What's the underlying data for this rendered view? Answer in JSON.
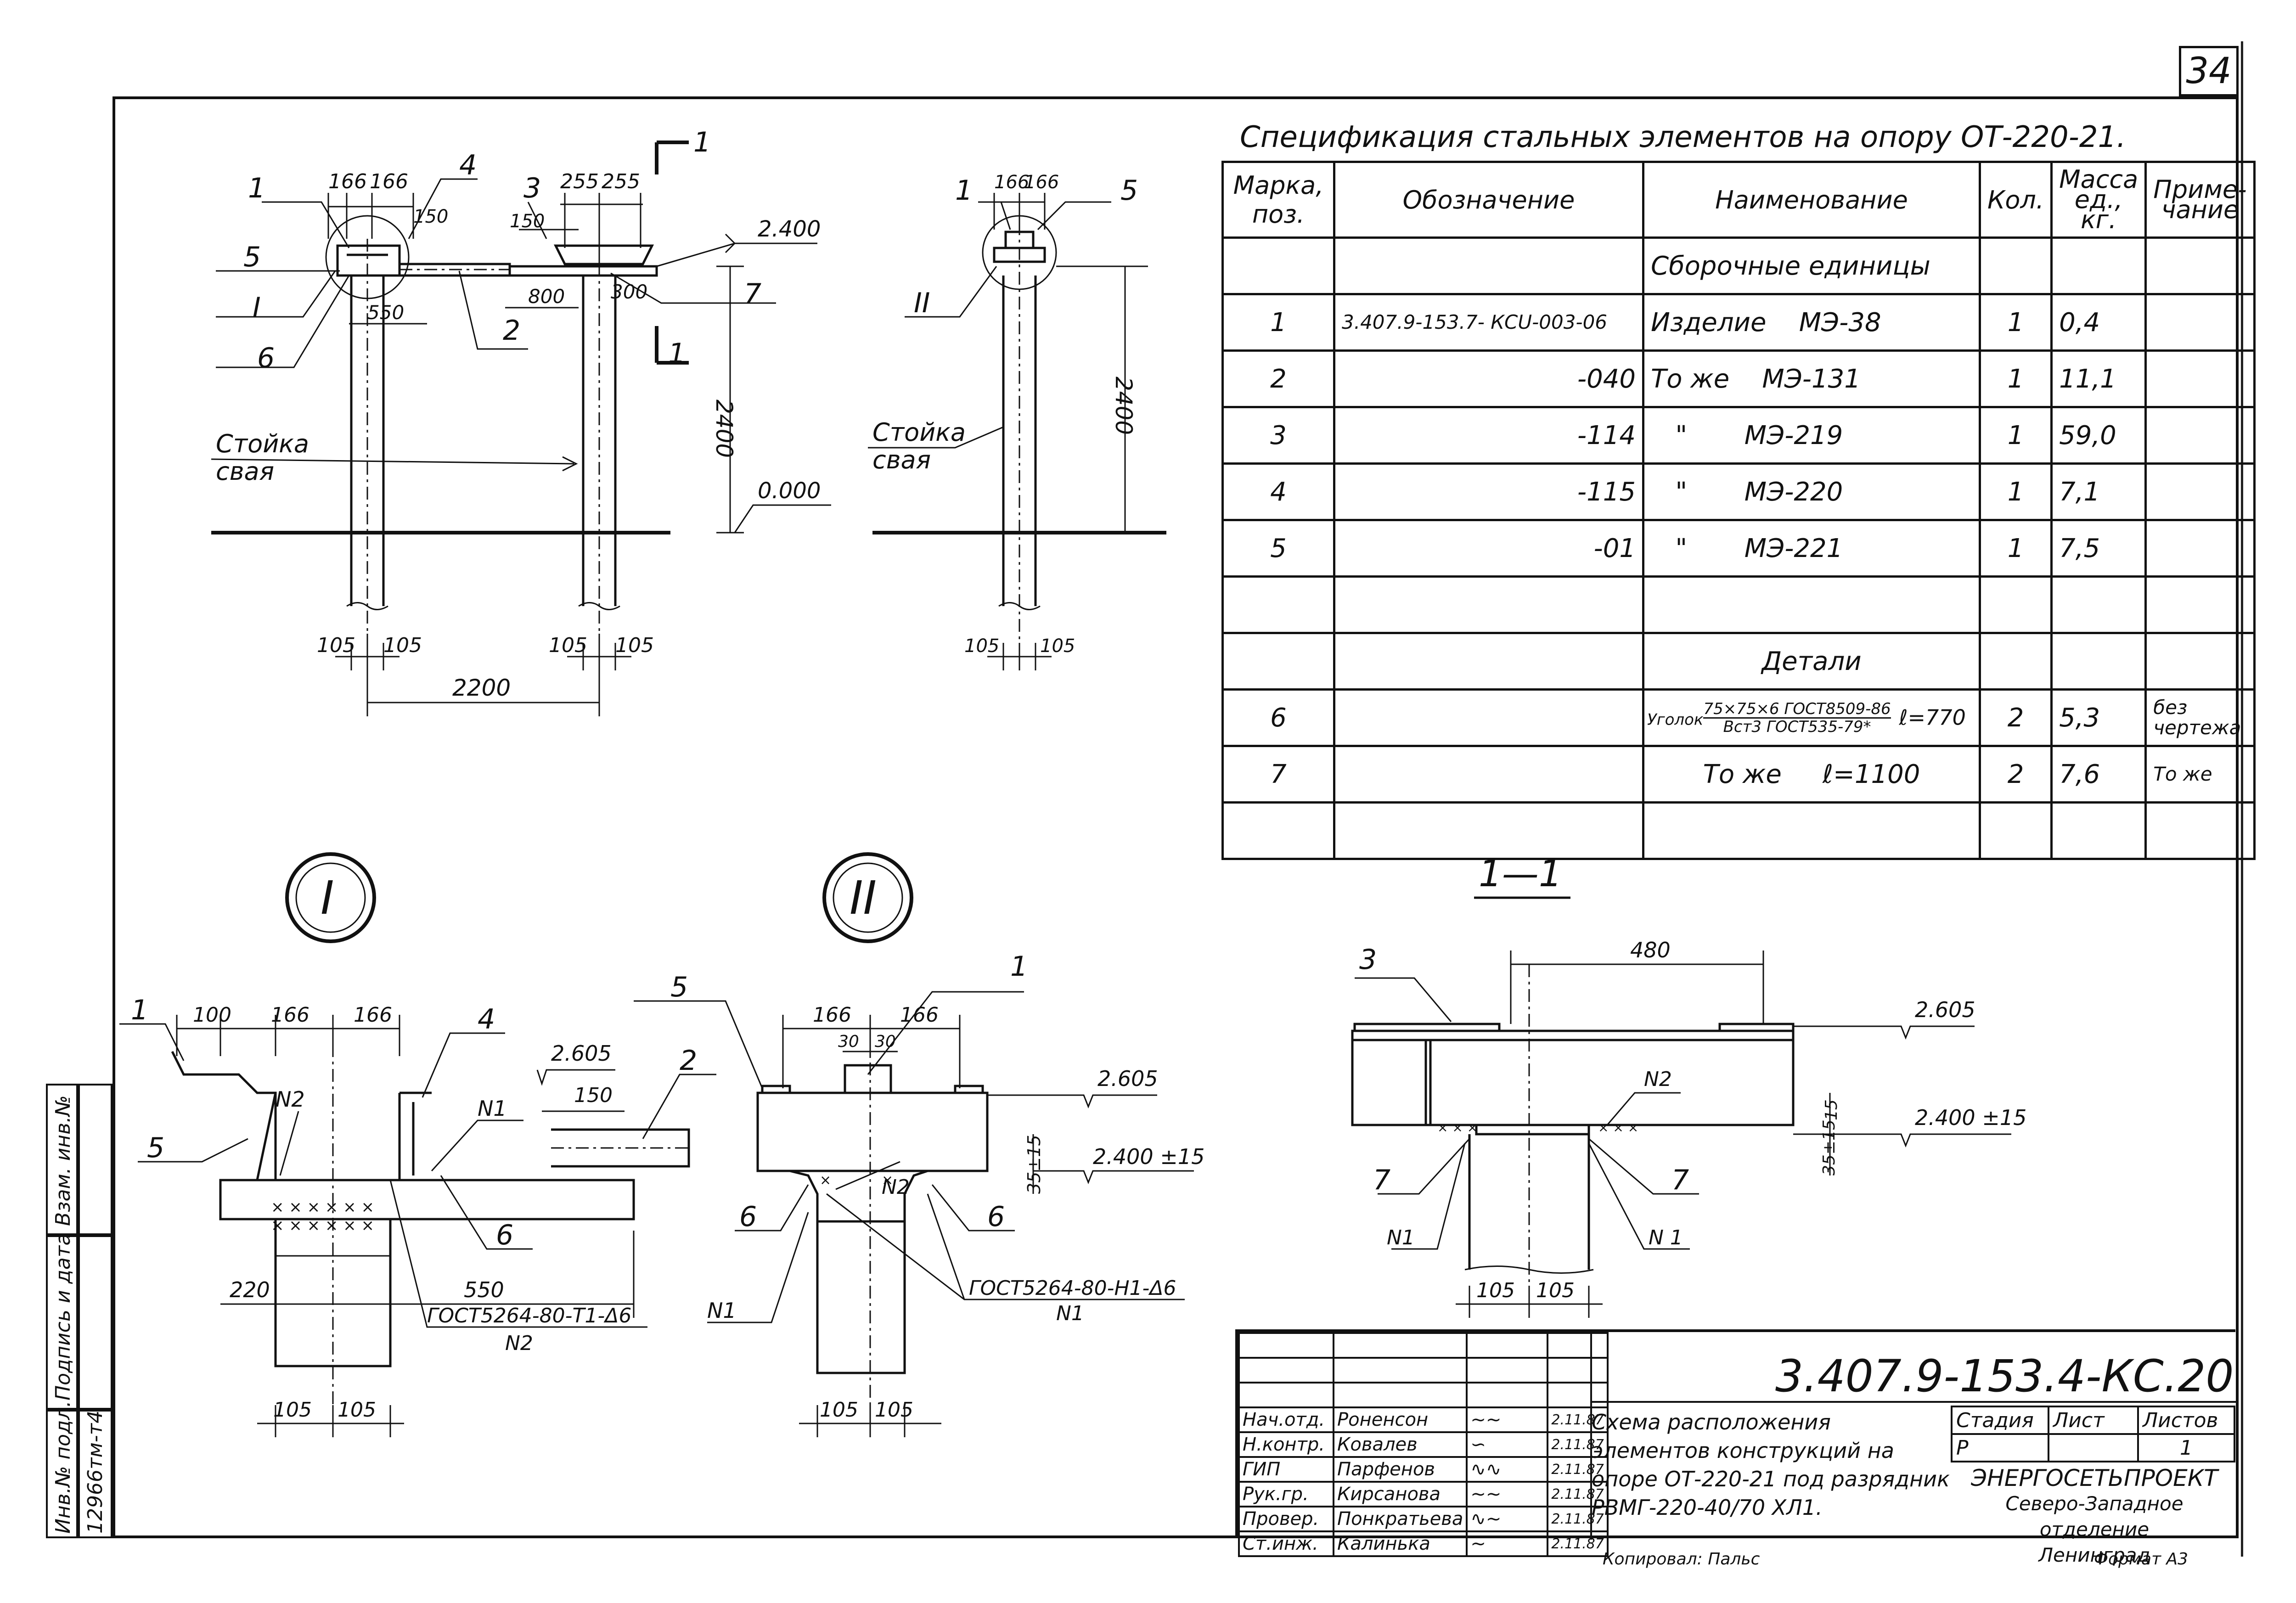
{
  "sheet_number": "34",
  "spec": {
    "title": "Спецификация стальных элементов на опору ОТ-220-21.",
    "headers": {
      "mark": "Марка, поз.",
      "designation": "Обозначение",
      "name": "Наименование",
      "qty": "Кол.",
      "mass": "Масса ед., кг.",
      "note": "Приме- чание"
    },
    "section_assemblies": "Сборочные единицы",
    "section_details": "Детали",
    "rows": [
      {
        "mark": "1",
        "designation": "3.407.9-153.7- КСU-003-06",
        "name_a": "Изделие",
        "name_b": "МЭ-38",
        "qty": "1",
        "mass": "0,4",
        "note": ""
      },
      {
        "mark": "2",
        "designation": "-040",
        "name_a": "То же",
        "name_b": "МЭ-131",
        "qty": "1",
        "mass": "11,1",
        "note": ""
      },
      {
        "mark": "3",
        "designation": "-114",
        "name_a": "\"",
        "name_b": "МЭ-219",
        "qty": "1",
        "mass": "59,0",
        "note": ""
      },
      {
        "mark": "4",
        "designation": "-115",
        "name_a": "\"",
        "name_b": "МЭ-220",
        "qty": "1",
        "mass": "7,1",
        "note": ""
      },
      {
        "mark": "5",
        "designation": "-01",
        "name_a": "\"",
        "name_b": "МЭ-221",
        "qty": "1",
        "mass": "7,5",
        "note": ""
      }
    ],
    "detail_rows": [
      {
        "mark": "6",
        "name_prefix": "Уголок",
        "name_top": "75×75×6 ГОСТ8509-86",
        "name_bottom": "Вст3 ГОСТ535-79*",
        "name_suffix": "ℓ=770",
        "qty": "2",
        "mass": "5,3",
        "note": "без чертежа"
      },
      {
        "mark": "7",
        "name_prefix": "То же",
        "name_suffix": "ℓ=1100",
        "qty": "2",
        "mass": "7,6",
        "note": "То же"
      }
    ]
  },
  "elevation": {
    "pos_labels": [
      "1",
      "5",
      "I",
      "6",
      "4",
      "3",
      "2",
      "7",
      "1",
      "1"
    ],
    "dims_top_left": [
      "166",
      "166"
    ],
    "dim_150": "150",
    "dim_150b": "150",
    "dims_top_right": [
      "255",
      "255"
    ],
    "dim_550": "550",
    "dim_800": "800",
    "dim_300": "300",
    "level_2400": "2.400",
    "level_0": "0.000",
    "vert_2400": "2400",
    "pile_label_1": "Стойка",
    "pile_label_2": "свая",
    "dims_bottom_left": [
      "105",
      "105"
    ],
    "dims_bottom_right": [
      "105",
      "105"
    ],
    "dim_2200": "2200"
  },
  "side_view": {
    "labels": [
      "1",
      "5",
      "II"
    ],
    "dims_top": [
      "166",
      "166"
    ],
    "vert_2400": "2400",
    "pile_label_1": "Стойка",
    "pile_label_2": "свая",
    "dims_bottom": [
      "105",
      "105"
    ]
  },
  "detail_I": {
    "circle": "I",
    "labels": [
      "1",
      "5",
      "4",
      "2",
      "6"
    ],
    "dims_top": [
      "100",
      "166",
      "166"
    ],
    "dim_150": "150",
    "level": "2.605",
    "weld_n2": "N2",
    "weld_n1": "N1",
    "dim_220": "220",
    "dim_550": "550",
    "weld_note": "ГОСТ5264-80-Т1-Δ6",
    "weld_note_sub": "N2",
    "dims_bottom": [
      "105",
      "105"
    ]
  },
  "detail_II": {
    "circle": "II",
    "labels": [
      "5",
      "1",
      "6",
      "6"
    ],
    "dims_top": [
      "166",
      "166"
    ],
    "dims_small": [
      "30",
      "30"
    ],
    "level_top": "2.605",
    "level_mid": "2.400 ±15",
    "dim_35": "35±15",
    "weld_n2": "N2",
    "weld_n1": "N1",
    "weld_note": "ГОСТ5264-80-Н1-Δ6",
    "weld_note_sub": "N1",
    "dims_bottom": [
      "105",
      "105"
    ]
  },
  "section_1_1": {
    "title": "1—1",
    "labels": [
      "3",
      "7",
      "7"
    ],
    "dim_480": "480",
    "level_top": "2.605",
    "level_mid": "2.400 ±15",
    "dim_15": "15",
    "dim_35": "35±15",
    "weld_n2": "N2",
    "weld_n1a": "N1",
    "weld_n1b": "N 1",
    "dims_bottom": [
      "105",
      "105"
    ]
  },
  "title_block": {
    "doc_code": "3.407.9-153.4-КС.20",
    "description": "Схема расположения элементов конструкций на опоре ОТ-220-21 под разрядник РВМГ-220-40/70 ХЛ1.",
    "signers": [
      {
        "role": "Нач.отд.",
        "name": "Роненсон",
        "date": "2.11.87"
      },
      {
        "role": "Н.контр.",
        "name": "Ковалев",
        "date": "2.11.87"
      },
      {
        "role": "ГИП",
        "name": "Парфенов",
        "date": "2.11.87"
      },
      {
        "role": "Рук.гр.",
        "name": "Кирсанова",
        "date": "2.11.87"
      },
      {
        "role": "Провер.",
        "name": "Понкратьева",
        "date": "2.11.87"
      },
      {
        "role": "Ст.инж.",
        "name": "Калинька",
        "date": "2.11.87"
      }
    ],
    "stage_header": "Стадия",
    "sheet_header": "Лист",
    "sheets_header": "Листов",
    "stage": "Р",
    "sheet": "",
    "sheets": "1",
    "org_line1": "ЭНЕРГОСЕТЬПРОЕКТ",
    "org_line2": "Северо-Западное отделение",
    "org_line3": "Ленинград",
    "copied": "Копировал: Пальс",
    "format": "Формат А3"
  },
  "stamp": {
    "col_labels": [
      "Инв.№ подл.",
      "Подпись и дата",
      "Взам. инв.№"
    ],
    "inv_number": "12966тм-т4"
  }
}
